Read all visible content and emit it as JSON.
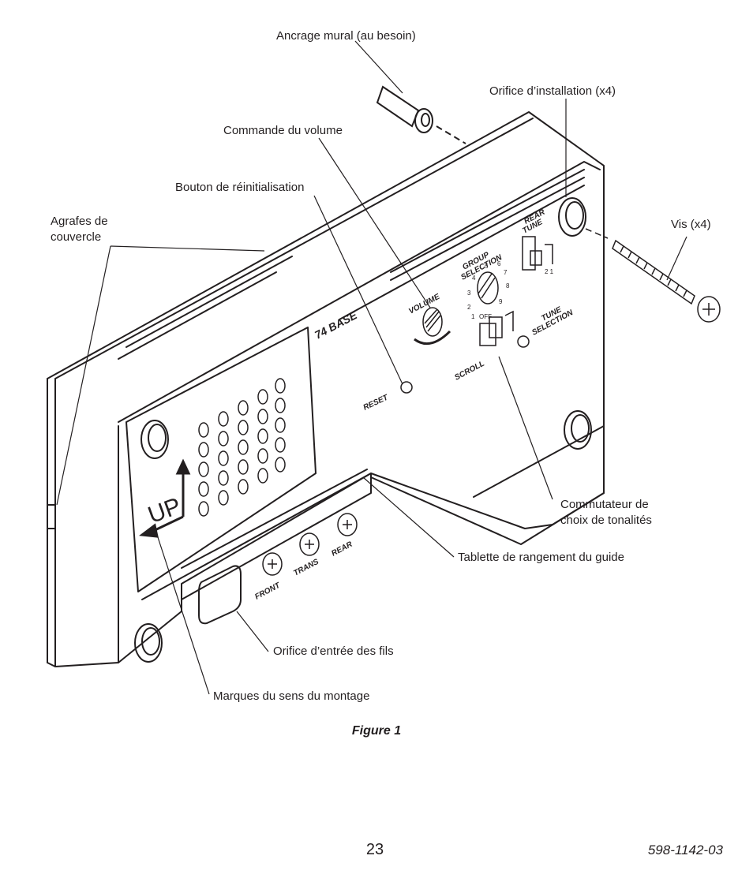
{
  "callouts": {
    "wall_anchor": "Ancrage mural (au besoin)",
    "mount_hole": "Orifice d’installation (x4)",
    "volume_control": "Commande du volume",
    "reset_button": "Bouton de réinitialisation",
    "cover_clips": "Agrafes de\ncouvercle",
    "screw": "Vis (x4)",
    "tune_switch": "Commutateur de\nchoix de tonalités",
    "guide_shelf": "Tablette de rangement du guide",
    "wire_hole": "Orifice d’entrée des fils",
    "up_marks": "Marques du sens du montage"
  },
  "device_labels": {
    "volume": "VOLUME",
    "group": "GROUP",
    "selection": "SELECTION",
    "rear": "REAR",
    "tune": "TUNE",
    "tune2": "TUNE",
    "selection2": "SELECTION",
    "scroll": "SCROLL",
    "reset": "RESET",
    "base": "74 BASE",
    "up": "UP",
    "front": "FRONT",
    "trans": "TRANS",
    "rear_terminal": "REAR",
    "off": "OFF",
    "dial_numbers": [
      "1",
      "2",
      "3",
      "4",
      "5",
      "6",
      "7",
      "8",
      "9"
    ],
    "rear_positions": "2 1"
  },
  "caption": "Figure 1",
  "page_number": "23",
  "document_number": "598-1142-03"
}
